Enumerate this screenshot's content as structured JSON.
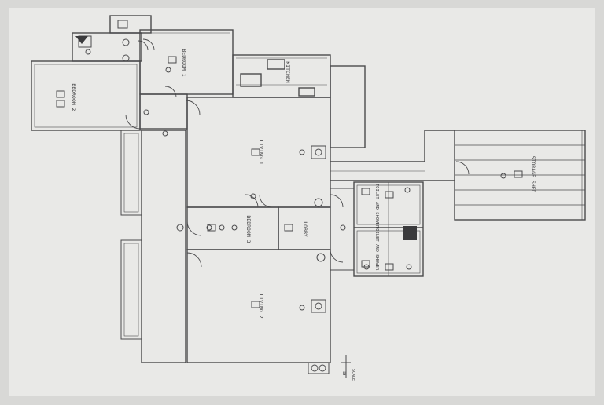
{
  "palette": {
    "background": "#d8d8d6",
    "paper": "#e9e9e7",
    "line": "#4a4a4c",
    "fill_dark": "#3a3a3c"
  },
  "rooms": {
    "bedroom_1": "BEDROOM 1",
    "bedroom_2": "BEDROOM 2",
    "bedroom_3": "BEDROOM 3",
    "kitchen": "KITCHEN",
    "living_1": "LIVING 1",
    "living_2": "LIVING 2",
    "lobby": "LOBBY",
    "toilet_shower_1": "TOILET AND SHOWER",
    "toilet_shower_2": "TOILET AND SHOWER",
    "storage_shed": "STORAGE SHED"
  },
  "tags": {
    "scale": "SCALE",
    "north": "N"
  }
}
